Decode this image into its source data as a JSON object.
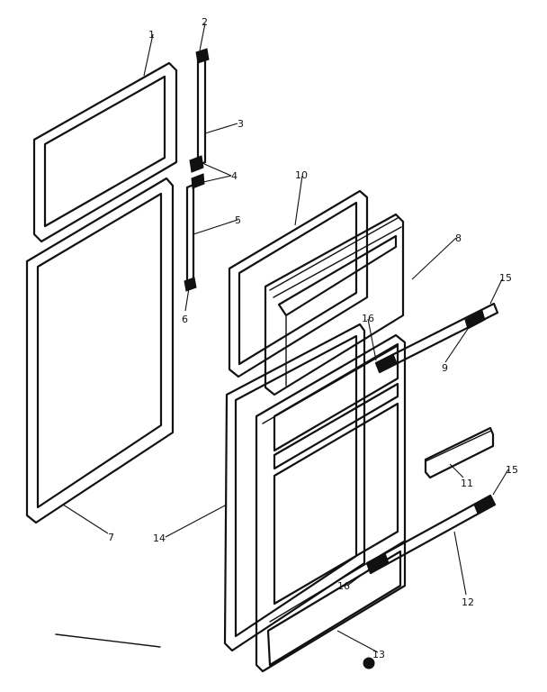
{
  "callouts": [
    "1",
    "2",
    "3",
    "4",
    "5",
    "6",
    "7",
    "8",
    "9",
    "10",
    "11",
    "12",
    "13",
    "14",
    "15",
    "15",
    "16",
    "16"
  ]
}
